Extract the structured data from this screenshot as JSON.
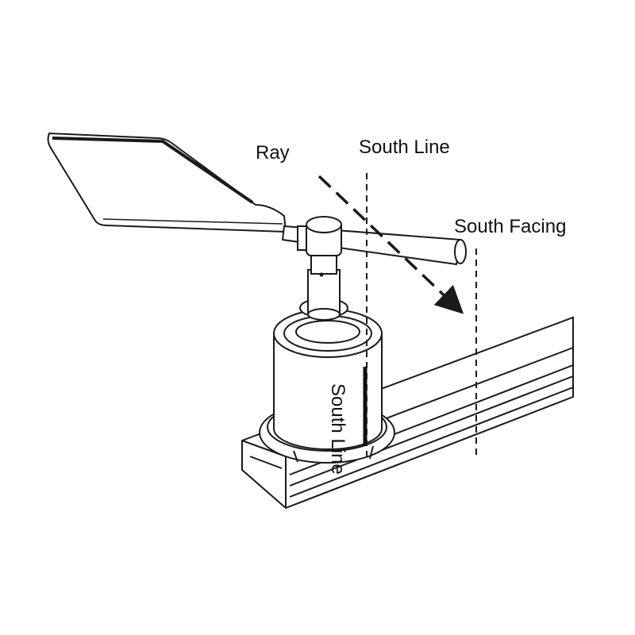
{
  "labels": {
    "ray": "Ray",
    "south_line_top": "South Line",
    "south_facing": "South Facing",
    "south_line_vertical": "South Line"
  },
  "colors": {
    "stroke": "#1a1a1a",
    "background": "#ffffff"
  }
}
